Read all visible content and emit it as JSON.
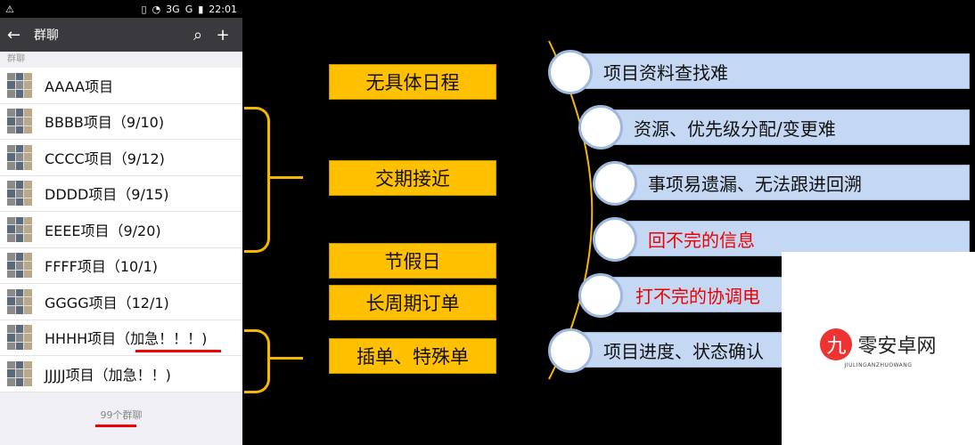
{
  "status_bar": {
    "time": "22:01",
    "net1": "3G",
    "net2": "G"
  },
  "header": {
    "title": "群聊",
    "back_icon": "arrow-left-icon",
    "search_icon": "search-icon",
    "add_icon": "plus-icon"
  },
  "section_label": "群聊",
  "groups": [
    {
      "label": "AAAA项目"
    },
    {
      "label": "BBBB项目（9/10)"
    },
    {
      "label": "CCCC项目（9/12)"
    },
    {
      "label": "DDDD项目（9/15)"
    },
    {
      "label": "EEEE项目（9/20)"
    },
    {
      "label": "FFFF项目（10/1)"
    },
    {
      "label": "GGGG项目（12/1)"
    },
    {
      "label": "HHHH项目（加急！！！)"
    },
    {
      "label": "JJJJJ项目（加急！！)"
    }
  ],
  "footer": {
    "count": "99个群聊"
  },
  "causes": [
    "无具体日程",
    "交期接近",
    "节假日",
    "长周期订单",
    "插单、特殊单"
  ],
  "issues": [
    {
      "text": "项目资料查找难",
      "color": "#111111"
    },
    {
      "text": "资源、优先级分配/变更难",
      "color": "#111111"
    },
    {
      "text": "事项易遗漏、无法跟进回溯",
      "color": "#111111"
    },
    {
      "text": "回不完的信息",
      "color": "#e00000"
    },
    {
      "text": "打不完的协调电",
      "color": "#e00000"
    },
    {
      "text": "项目进度、状态确认",
      "color": "#111111"
    }
  ],
  "watermark": {
    "logo": "九",
    "title": "零安卓网",
    "subtitle": "JIULINGANZHUOWANG"
  },
  "colors": {
    "accent_yellow": "#ffc000",
    "bracket": "#f5b800",
    "bar_blue": "#c5d8f3",
    "highlight_red": "#e00000"
  }
}
